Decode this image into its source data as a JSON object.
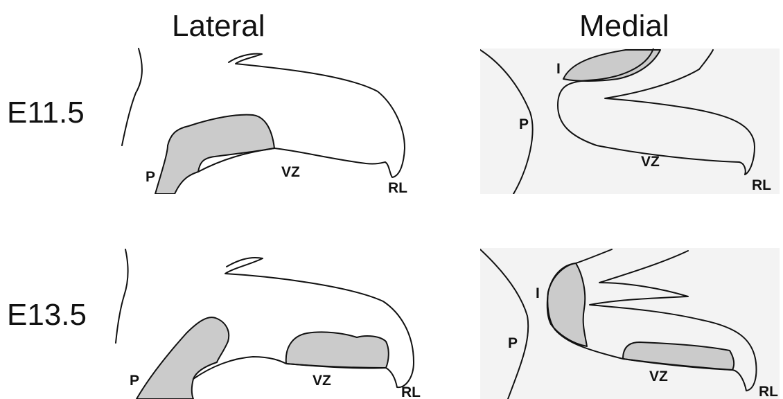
{
  "columns": {
    "lateral": "Lateral",
    "medial": "Medial"
  },
  "rows": {
    "e115": "E11.5",
    "e135": "E13.5"
  },
  "labels": {
    "p": "P",
    "vz": "VZ",
    "rl": "RL",
    "i": "I"
  },
  "colors": {
    "region_fill": "#cbcbcb",
    "outline": "#111111",
    "medial_background": "#f3f3f3"
  }
}
